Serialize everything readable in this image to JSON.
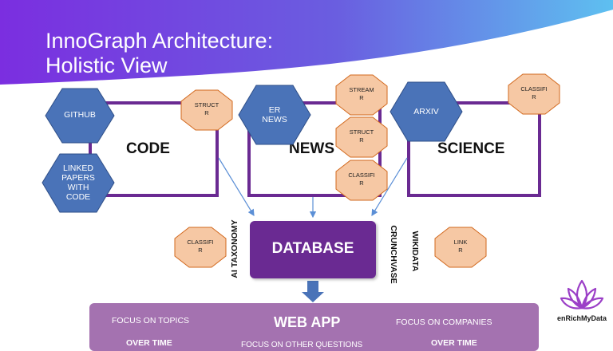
{
  "slide": {
    "title_line1": "InnoGraph Architecture:",
    "title_line2": "Holistic View"
  },
  "sources": {
    "code": "CODE",
    "news": "NEWS",
    "science": "SCIENCE"
  },
  "hexagons": {
    "github": "GITHUB",
    "linked_papers": "LINKED\nPAPERS\nWITH\nCODE",
    "er_news": "ER\nNEWS",
    "arxiv": "ARXIV"
  },
  "octagons": {
    "structurer_code": "STRUCT\nR",
    "streamer": "STREAM\nR",
    "structurer_news": "STRUCT\nR",
    "classifier_news": "CLASSIFI\nR",
    "classifier_science": "CLASSIFI\nR",
    "classifier_db": "CLASSIFI\nR",
    "linker": "LINK\nR"
  },
  "database": {
    "label": "DATABASE",
    "left_label": "AI TAXONOMY",
    "right_label": "CRUNCHVASE",
    "far_right_label": "WIKIDATA"
  },
  "webapp": {
    "title": "WEB APP",
    "topics_line1": "FOCUS ON TOPICS",
    "topics_line2": "OVER TIME",
    "companies_line1": "FOCUS ON COMPANIES",
    "companies_line2": "OVER TIME",
    "other": "FOCUS ON OTHER QUESTIONS"
  },
  "logo": {
    "text": "enRichMyData"
  },
  "colors": {
    "purple": "#6a2a92",
    "hex_blue": "#4a73b8",
    "oct_fill": "#f6c8a4",
    "oct_stroke": "#d2691e",
    "webapp": "#a472b0"
  }
}
